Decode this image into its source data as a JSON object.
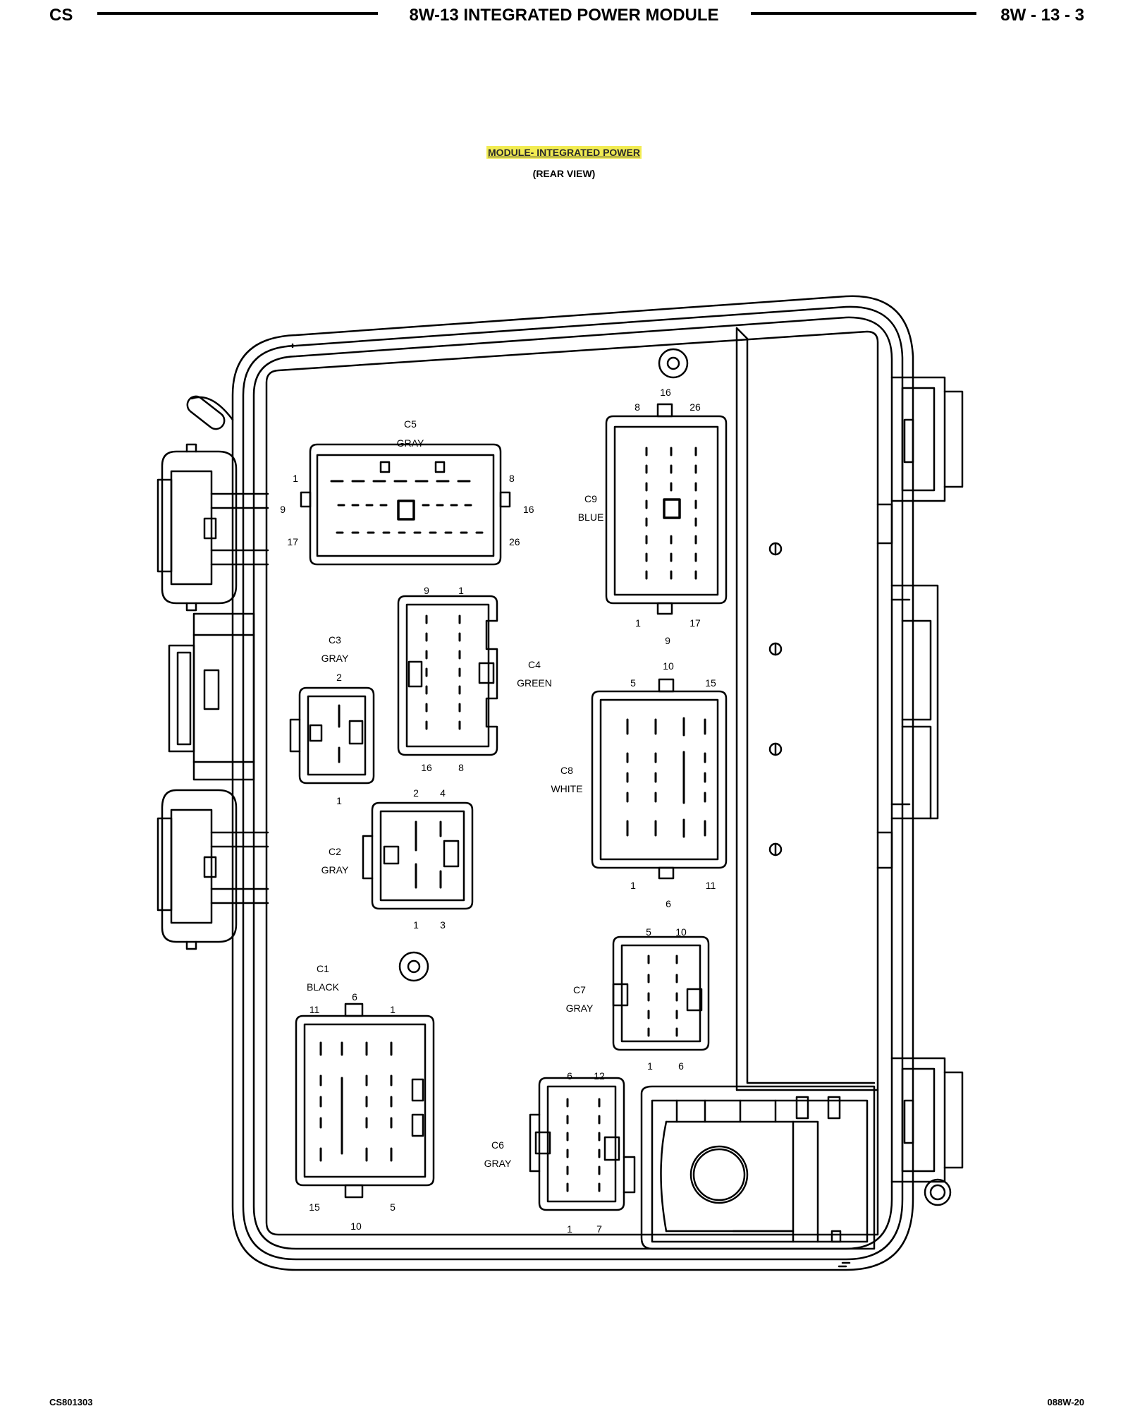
{
  "header": {
    "left": "CS",
    "center": "8W-13 INTEGRATED POWER MODULE",
    "right": "8W - 13 - 3"
  },
  "title": "MODULE- INTEGRATED POWER",
  "subtitle": "(REAR VIEW)",
  "footer": {
    "left": "CS801303",
    "right": "088W-20"
  },
  "connectors": {
    "c5": {
      "name": "C5",
      "color": "GRAY",
      "pins": [
        "1",
        "8",
        "9",
        "16",
        "17",
        "26"
      ]
    },
    "c9": {
      "name": "C9",
      "color": "BLUE",
      "pins": [
        "16",
        "8",
        "26",
        "1",
        "17",
        "9"
      ]
    },
    "c3": {
      "name": "C3",
      "color": "GRAY",
      "pins": [
        "2",
        "1"
      ]
    },
    "c4": {
      "name": "C4",
      "color": "GREEN",
      "pins": [
        "9",
        "1",
        "16",
        "8"
      ]
    },
    "c8": {
      "name": "C8",
      "color": "WHITE",
      "pins": [
        "10",
        "5",
        "15",
        "1",
        "11",
        "6"
      ]
    },
    "c2": {
      "name": "C2",
      "color": "GRAY",
      "pins": [
        "2",
        "4",
        "1",
        "3"
      ]
    },
    "c1": {
      "name": "C1",
      "color": "BLACK",
      "pins": [
        "6",
        "11",
        "1",
        "15",
        "5",
        "10"
      ]
    },
    "c7": {
      "name": "C7",
      "color": "GRAY",
      "pins": [
        "5",
        "10",
        "1",
        "6"
      ]
    },
    "c6": {
      "name": "C6",
      "color": "GRAY",
      "pins": [
        "6",
        "12",
        "1",
        "7"
      ]
    }
  }
}
